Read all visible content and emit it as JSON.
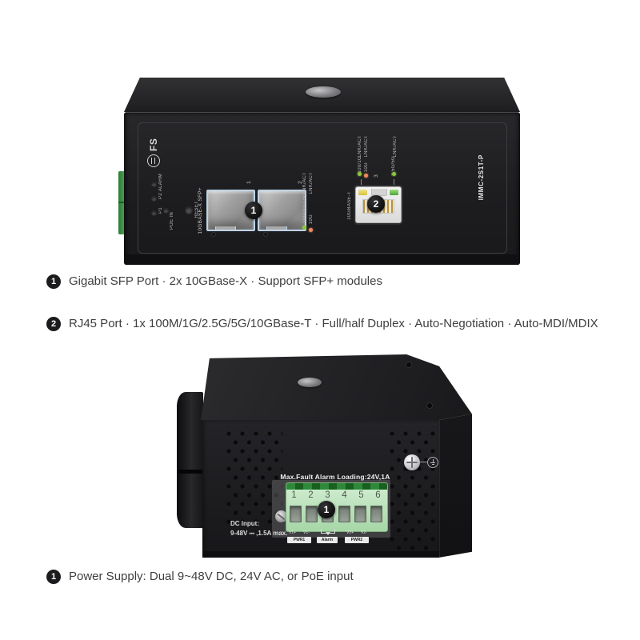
{
  "front_view": {
    "brand": "FS",
    "model": "IMMC-2S1T-P",
    "leds": {
      "p1": "P1",
      "p2": "P2",
      "alarm": "ALARM",
      "poe_in": "POE IN"
    },
    "reset_label": "RESET",
    "sfp": {
      "section_label": "10GBASE-X SFP+",
      "ports": [
        "1",
        "2"
      ],
      "speed_label_green": "100/1G/2.5G",
      "speed_label_orange": "10G",
      "lnk_act": "LNK/ACT",
      "callout": "1"
    },
    "rj45": {
      "section_label": "10GBASE-T",
      "port": "3",
      "speed_label_green": "100/1G",
      "speed_label_orange": "10G",
      "speed_label_right": "2.5G/5G",
      "lnk_act": "LNK/ACT",
      "callout": "2"
    }
  },
  "bottom_view": {
    "alarm_loading_label": "Max.Fault Alarm Loading:24V,1A",
    "terminal_numbers": [
      "1",
      "2",
      "3",
      "4",
      "5",
      "6"
    ],
    "callout": "1",
    "dc_input_label": "DC Input:",
    "dc_input_spec": "9-48V ⎓ ,1.5A max.",
    "wiring": {
      "v1_plus": "V1+",
      "v1_minus": "V1-",
      "pwr1": "PWR1",
      "alarm": "Alarm",
      "v2_plus": "V2+",
      "v2_minus": "V2-",
      "pwr2": "PWR2"
    }
  },
  "annotations": [
    {
      "badge": "1",
      "text": "Gigabit SFP Port · 2x 10GBase-X · Support SFP+ modules"
    },
    {
      "badge": "2",
      "text": "RJ45 Port · 1x 100M/1G/2.5G/5G/10GBase-T · Full/half Duplex · Auto-Negotiation · Auto-MDI/MDIX"
    },
    {
      "badge": "1",
      "text": "Power Supply: Dual 9~48V DC, 24V AC, or PoE input"
    }
  ],
  "colors": {
    "led_green": "#8CC63F",
    "led_orange": "#EF8A5A",
    "connector_green": "#51A958",
    "badge_bg": "#151517"
  }
}
